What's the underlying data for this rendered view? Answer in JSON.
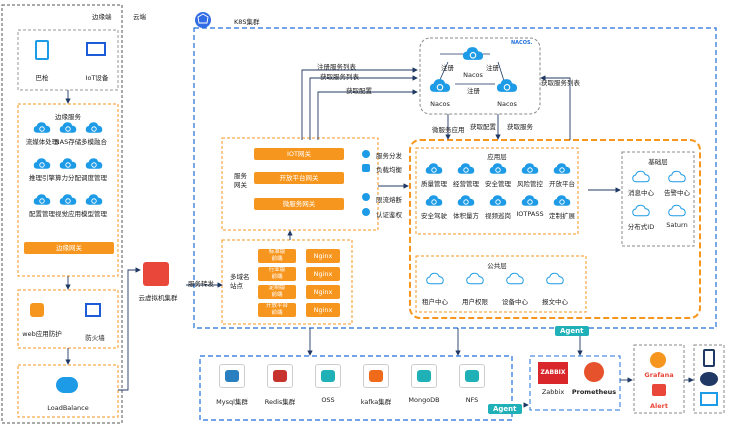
{
  "title": {
    "edge": "边缘端",
    "cloud": "云端",
    "k8s": "K8S集群"
  },
  "edge": {
    "devices": [
      "巴枪",
      "IoT设备"
    ],
    "services_title": "边缘服务",
    "services": [
      "流媒体处理",
      "NAS存储",
      "多模融合",
      "推理引擎",
      "算力分配",
      "调度管理",
      "配置管理",
      "视觉应用",
      "模型管理"
    ],
    "gateway": "边缘网关",
    "waf": "web应用防护",
    "firewall": "防火墙",
    "lb": "LoadBalance"
  },
  "vhost": "云虚拟机集群",
  "forward": "服务转发",
  "service_gw": {
    "title": "服务\n网关",
    "items": [
      "IOT网关",
      "开放平台网关",
      "微服务网关"
    ],
    "features": [
      "服务分发",
      "负载均衡",
      "限流熔断",
      "认证鉴权"
    ]
  },
  "multidomain": {
    "title": "多域名\n站点",
    "frontends": [
      "标准版\n前端",
      "行业版\n前端",
      "定制版\n前端",
      "开放平台\n前端"
    ],
    "nginx": "Nginx"
  },
  "nacos": {
    "label": "Nacos",
    "register": "注册",
    "brand": "NACOS.",
    "edges": [
      "注册服务列表",
      "获取服务列表",
      "获取配置",
      "获取服务列表",
      "微服务应用",
      "获取配置",
      "获取服务"
    ]
  },
  "app_layer": {
    "title": "应用层",
    "items": [
      "质量管理",
      "经营管理",
      "安全管理",
      "风险管控",
      "开放平台",
      "安全驾驶",
      "体积量方",
      "视频巡岗",
      "IOTPASS",
      "定制扩展"
    ]
  },
  "public_layer": {
    "title": "公共层",
    "items": [
      "租户中心",
      "用户权限",
      "设备中心",
      "报文中心"
    ]
  },
  "base_layer": {
    "title": "基础层",
    "items": [
      "消息中心",
      "告警中心",
      "分布式ID",
      "Saturn"
    ]
  },
  "storage": [
    "Mysql集群",
    "Redis集群",
    "OSS",
    "kafka集群",
    "MongoDB",
    "NFS"
  ],
  "agent": "Agent",
  "monitor": [
    "Zabbix",
    "Prometheus",
    "Grafana",
    "Alert"
  ],
  "brand_text": {
    "zabbix": "ZABBIX"
  },
  "colors": {
    "orange": "#f7961f",
    "blue": "#1e6fd9",
    "navy": "#1f3864",
    "teal": "#1fb0b8"
  }
}
